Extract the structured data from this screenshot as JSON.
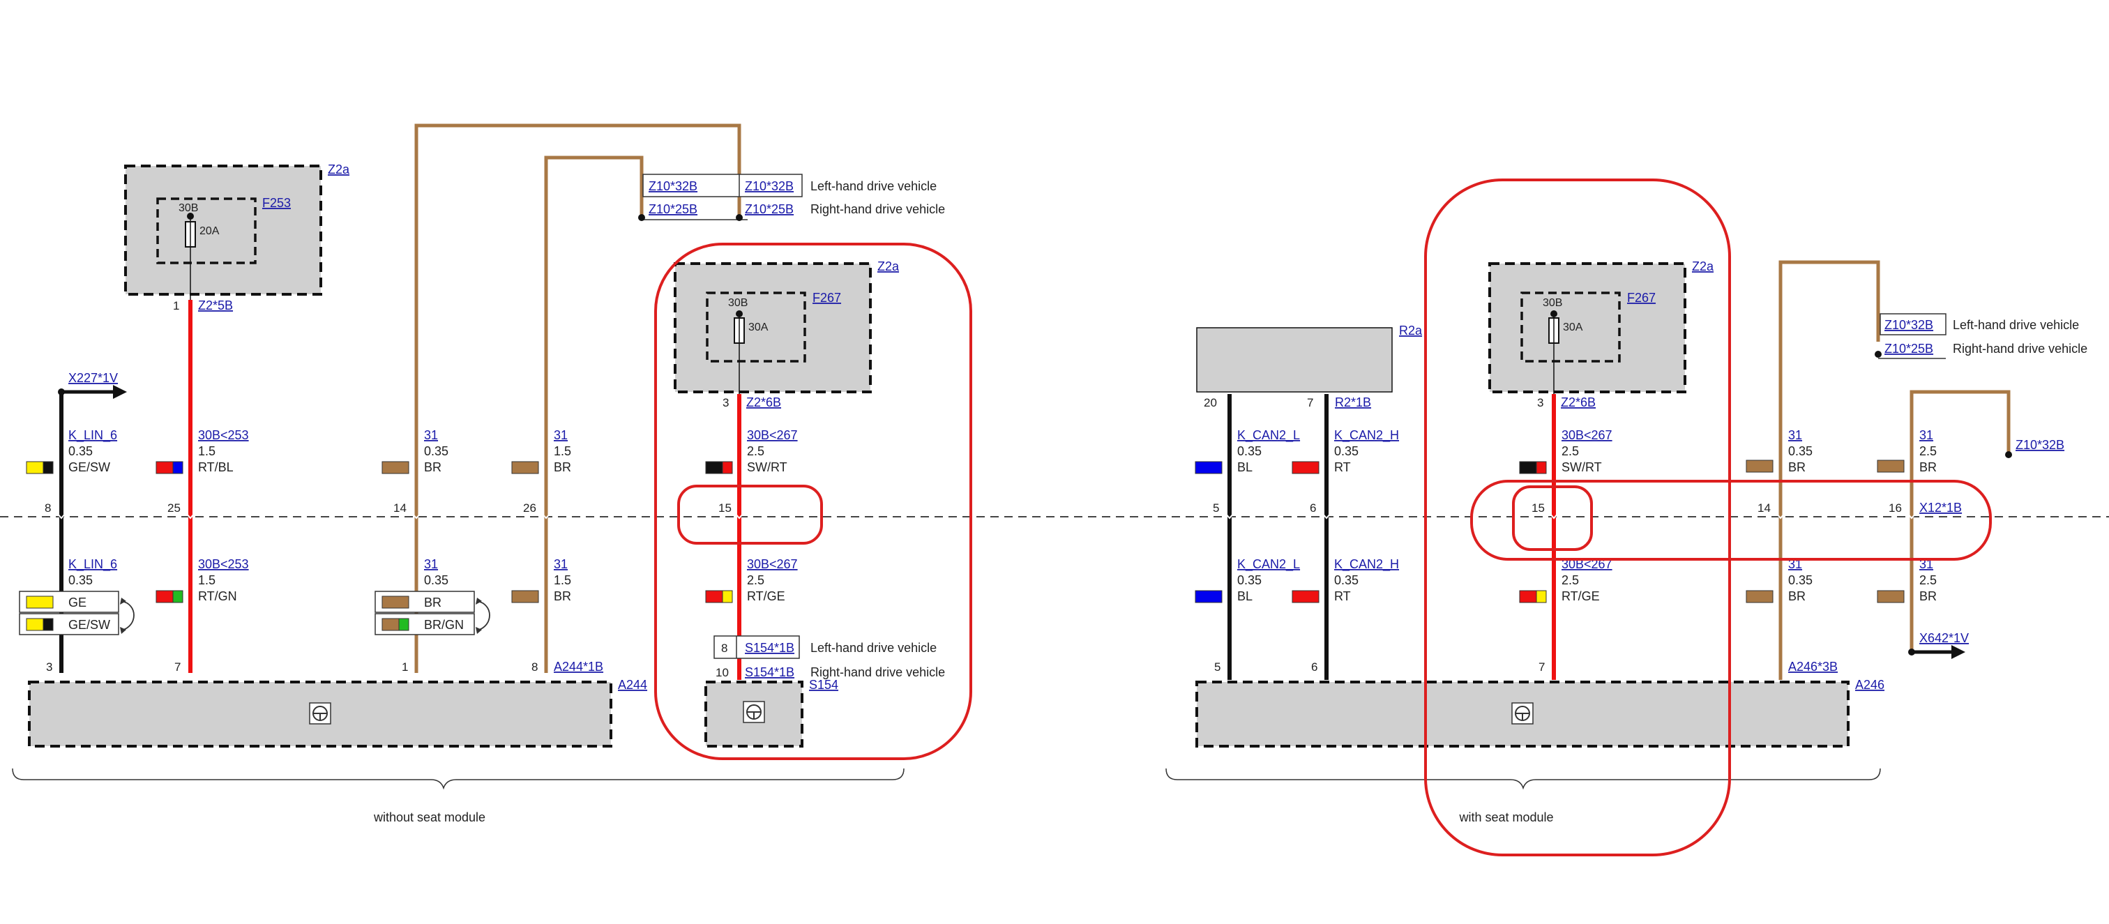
{
  "colors": {
    "red": "#ee1111",
    "black": "#111111",
    "brown": "#a87845",
    "blue": "#0000ee",
    "yellow": "#ffee00",
    "green": "#22bb22",
    "box_fill": "#d0d0d0",
    "link": "#1a1aa8",
    "annotation": "#dd1f1f"
  },
  "left": {
    "caption": "without seat module",
    "z2a_top": "Z2a",
    "f253": "F253",
    "fuse_30b_1": "30B",
    "fuse_20a": "20A",
    "pin_1": "1",
    "z2_5b": "Z2*5B",
    "x227": "X227*1V",
    "legend_lhd": "Left-hand drive vehicle",
    "legend_rhd": "Right-hand drive vehicle",
    "z10_32b_a": "Z10*32B",
    "z10_32b_b": "Z10*32B",
    "z10_25b_a": "Z10*25B",
    "z10_25b_b": "Z10*25B",
    "z2a_right": "Z2a",
    "f267": "F267",
    "fuse_30b_2": "30B",
    "fuse_30a": "30A",
    "pin_3": "3",
    "z2_6b": "Z2*6B",
    "w1_name": "K_LIN_6",
    "w1_size": "0.35",
    "w1_color": "GE/SW",
    "w2_name": "30B<253",
    "w2_size": "1.5",
    "w2_color": "RT/BL",
    "w3_name": "31",
    "w3_size": "0.35",
    "w3_color": "BR",
    "w4_name": "31",
    "w4_size": "1.5",
    "w4_color": "BR",
    "w5_name": "30B<267",
    "w5_size": "2.5",
    "w5_color": "SW/RT",
    "c_8": "8",
    "c_25": "25",
    "c_14": "14",
    "c_26": "26",
    "c_15": "15",
    "l1_name": "K_LIN_6",
    "l1_size": "0.35",
    "l2_name": "30B<253",
    "l2_size": "1.5",
    "l2_color": "RT/GN",
    "l3_name": "31",
    "l3_size": "0.35",
    "l4_name": "31",
    "l4_size": "1.5",
    "l4_color": "BR",
    "l5_name": "30B<267",
    "l5_size": "2.5",
    "l5_color": "RT/GE",
    "opt_ge": "GE",
    "opt_gesw": "GE/SW",
    "opt_br": "BR",
    "opt_brgn": "BR/GN",
    "s154_pin8": "8",
    "s154_1b_a": "S154*1B",
    "s154_lhd": "Left-hand drive vehicle",
    "s154_pin10": "10",
    "s154_1b_b": "S154*1B",
    "s154_rhd": "Right-hand drive vehicle",
    "s154": "S154",
    "a244_pin3": "3",
    "a244_pin7": "7",
    "a244_pin1": "1",
    "a244_pin8": "8",
    "a244_1b": "A244*1B",
    "a244": "A244"
  },
  "right": {
    "caption": "with seat module",
    "r2a": "R2a",
    "r2_1b": "R2*1B",
    "pin_20": "20",
    "pin_7": "7",
    "z2a": "Z2a",
    "f267": "F267",
    "fuse_30b": "30B",
    "fuse_30a": "30A",
    "pin_3": "3",
    "z2_6b": "Z2*6B",
    "z10_32b_a": "Z10*32B",
    "z10_25b_a": "Z10*25B",
    "legend_lhd": "Left-hand drive vehicle",
    "legend_rhd": "Right-hand drive vehicle",
    "z10_32b_c": "Z10*32B",
    "w1_name": "K_CAN2_L",
    "w1_size": "0.35",
    "w1_color": "BL",
    "w2_name": "K_CAN2_H",
    "w2_size": "0.35",
    "w2_color": "RT",
    "w3_name": "30B<267",
    "w3_size": "2.5",
    "w3_color": "SW/RT",
    "w4_name": "31",
    "w4_size": "0.35",
    "w4_color": "BR",
    "w5_name": "31",
    "w5_size": "2.5",
    "w5_color": "BR",
    "c_5": "5",
    "c_6": "6",
    "c_15": "15",
    "c_14": "14",
    "c_16": "16",
    "x12_1b": "X12*1B",
    "l1_name": "K_CAN2_L",
    "l1_size": "0.35",
    "l1_color": "BL",
    "l2_name": "K_CAN2_H",
    "l2_size": "0.35",
    "l2_color": "RT",
    "l3_name": "30B<267",
    "l3_size": "2.5",
    "l3_color": "RT/GE",
    "l4_name": "31",
    "l4_size": "0.35",
    "l4_color": "BR",
    "l5_name": "31",
    "l5_size": "2.5",
    "l5_color": "BR",
    "x642": "X642*1V",
    "a246_pin5": "5",
    "a246_pin6": "6",
    "a246_pin7": "7",
    "a246_3b": "A246*3B",
    "a246": "A246"
  }
}
